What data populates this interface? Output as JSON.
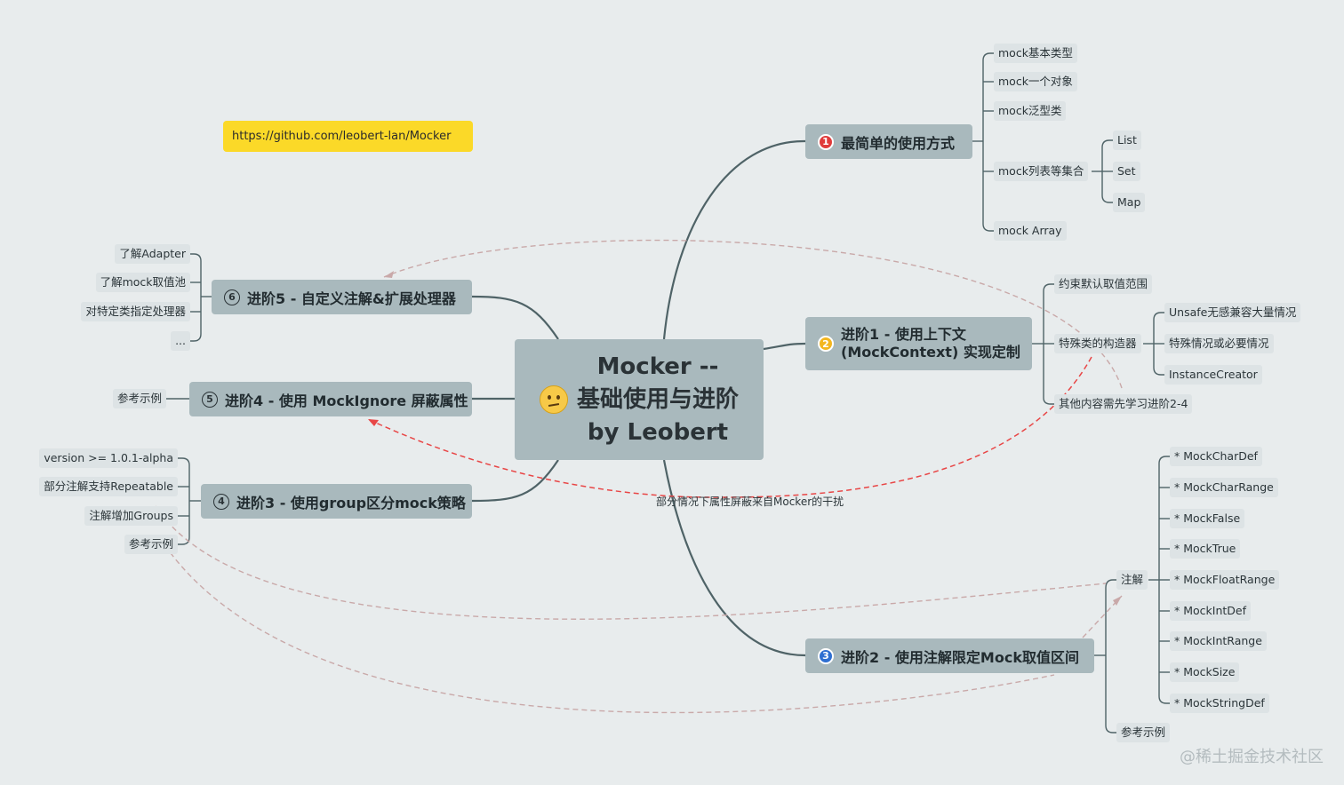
{
  "center": {
    "title_lines": [
      "Mocker --",
      "基础使用与进阶",
      "by Leobert"
    ],
    "emoji_icon": "confused-face-icon"
  },
  "link": "https://github.com/leobert-lan/Mocker",
  "branches": {
    "b1": {
      "marker": "1",
      "label": "最简单的使用方式"
    },
    "b2": {
      "marker": "2",
      "line1": "进阶1 - 使用上下文",
      "line2": "(MockContext) 实现定制"
    },
    "b3": {
      "marker": "3",
      "label": "进阶2 - 使用注解限定Mock取值区间"
    },
    "b4": {
      "marker": "4",
      "label": "进阶3 - 使用group区分mock策略"
    },
    "b5": {
      "marker": "5",
      "label": "进阶4 - 使用 MockIgnore 屏蔽属性"
    },
    "b6": {
      "marker": "6",
      "label": "进阶5 - 自定义注解&扩展处理器"
    }
  },
  "b1_children": {
    "basic": "mock基本类型",
    "object": "mock一个对象",
    "generic": "mock泛型类",
    "collections": "mock列表等集合",
    "array": "mock Array",
    "list": "List",
    "set": "Set",
    "map": "Map"
  },
  "b2_children": {
    "range": "约束默认取值范围",
    "special": "特殊类的构造器",
    "others": "其他内容需先学习进阶2-4",
    "unsafe": "Unsafe无感兼容大量情况",
    "special_case": "特殊情况或必要情况",
    "instance_creator": "InstanceCreator"
  },
  "b3_children": {
    "annotations": "注解",
    "example": "参考示例",
    "items": [
      "* MockCharDef",
      "* MockCharRange",
      "* MockFalse",
      "* MockTrue",
      "* MockFloatRange",
      "* MockIntDef",
      "* MockIntRange",
      "* MockSize",
      "* MockStringDef"
    ]
  },
  "b4_children": {
    "version": "version >= 1.0.1-alpha",
    "repeatable": "部分注解支持Repeatable",
    "groups": "注解增加Groups",
    "example": "参考示例"
  },
  "b5_children": {
    "example": "参考示例"
  },
  "b6_children": {
    "adapter": "了解Adapter",
    "pool": "了解mock取值池",
    "specific": "对特定类指定处理器",
    "more": "..."
  },
  "relationship_label": "部分情况下属性屏蔽来自Mocker的干扰",
  "watermark": "@稀土掘金技术社区",
  "colors": {
    "background": "#e8eced",
    "node_fill": "#a9b9bd",
    "leaf_fill": "#dde3e5",
    "connector": "#4f6367",
    "relation_dashed": "#c9a9a9",
    "relation_red": "#e84646",
    "link_fill": "#fbd928"
  }
}
